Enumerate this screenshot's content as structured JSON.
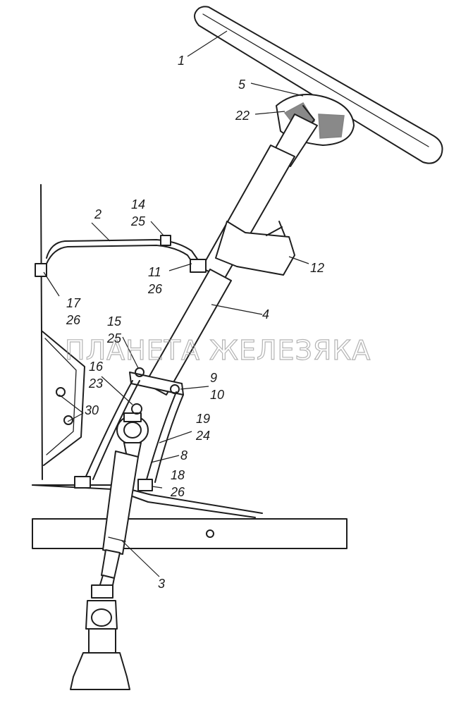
{
  "watermark": "ПЛАНЕТА ЖЕЛЕЗЯКА",
  "callouts": {
    "c1": "1",
    "c2": "2",
    "c3": "3",
    "c4": "4",
    "c5": "5",
    "c22": "22",
    "c14": "14",
    "c25a": "25",
    "c11": "11",
    "c26a": "26",
    "c12": "12",
    "c17": "17",
    "c26b": "26",
    "c15": "15",
    "c25b": "25",
    "c16": "16",
    "c23": "23",
    "c9": "9",
    "c10": "10",
    "c30": "30",
    "c19": "19",
    "c24": "24",
    "c8": "8",
    "c18": "18",
    "c26c": "26"
  }
}
